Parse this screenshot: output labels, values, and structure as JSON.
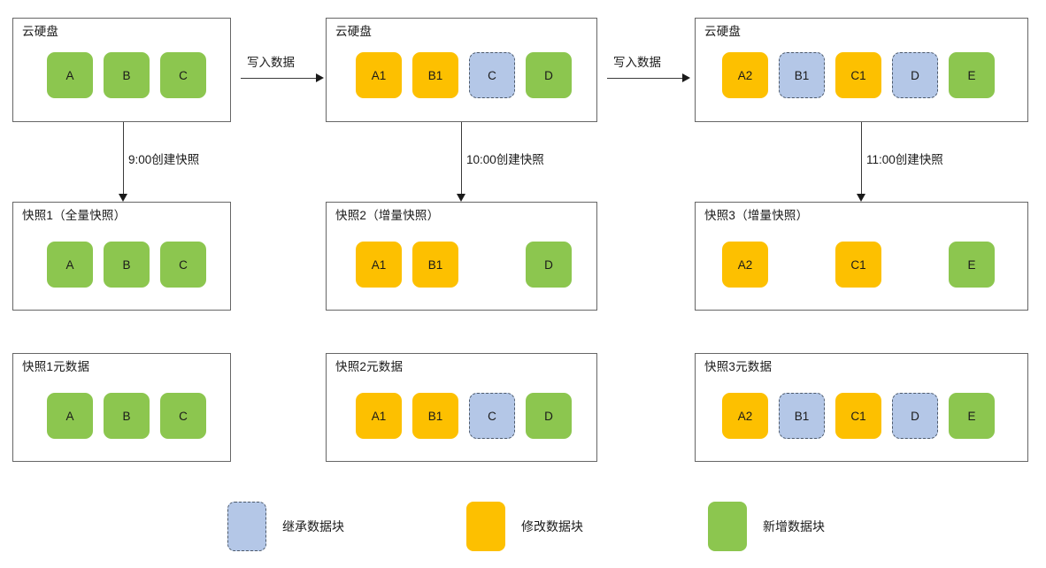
{
  "meta": {
    "diagram_type": "flow-diagram",
    "colors": {
      "inherited": "#B4C7E7",
      "modified": "#FDC000",
      "added": "#8CC64F",
      "border": "#666666",
      "connector": "#3b3b3b",
      "dashed_border": "#4d5a6b"
    }
  },
  "disks": [
    {
      "title": "云硬盘",
      "blocks": [
        {
          "label": "A",
          "kind": "added"
        },
        {
          "label": "B",
          "kind": "added"
        },
        {
          "label": "C",
          "kind": "added"
        }
      ]
    },
    {
      "title": "云硬盘",
      "blocks": [
        {
          "label": "A1",
          "kind": "modified"
        },
        {
          "label": "B1",
          "kind": "modified"
        },
        {
          "label": "C",
          "kind": "inherited"
        },
        {
          "label": "D",
          "kind": "added"
        }
      ]
    },
    {
      "title": "云硬盘",
      "blocks": [
        {
          "label": "A2",
          "kind": "modified"
        },
        {
          "label": "B1",
          "kind": "inherited"
        },
        {
          "label": "C1",
          "kind": "modified"
        },
        {
          "label": "D",
          "kind": "inherited"
        },
        {
          "label": "E",
          "kind": "added"
        }
      ]
    }
  ],
  "write_labels": [
    "写入数据",
    "写入数据"
  ],
  "snapshot_labels": [
    "9:00创建快照",
    "10:00创建快照",
    "11:00创建快照"
  ],
  "snapshots": [
    {
      "title": "快照1（全量快照）",
      "blocks": [
        {
          "label": "A",
          "kind": "added"
        },
        {
          "label": "B",
          "kind": "added"
        },
        {
          "label": "C",
          "kind": "added"
        }
      ]
    },
    {
      "title": "快照2（增量快照）",
      "blocks": [
        {
          "label": "A1",
          "kind": "modified"
        },
        {
          "label": "B1",
          "kind": "modified"
        },
        {
          "label": "",
          "kind": "empty"
        },
        {
          "label": "D",
          "kind": "added"
        }
      ]
    },
    {
      "title": "快照3（增量快照）",
      "blocks": [
        {
          "label": "A2",
          "kind": "modified"
        },
        {
          "label": "",
          "kind": "empty"
        },
        {
          "label": "C1",
          "kind": "modified"
        },
        {
          "label": "",
          "kind": "empty"
        },
        {
          "label": "E",
          "kind": "added"
        }
      ]
    }
  ],
  "metadata": [
    {
      "title": "快照1元数据",
      "blocks": [
        {
          "label": "A",
          "kind": "added"
        },
        {
          "label": "B",
          "kind": "added"
        },
        {
          "label": "C",
          "kind": "added"
        }
      ]
    },
    {
      "title": "快照2元数据",
      "blocks": [
        {
          "label": "A1",
          "kind": "modified"
        },
        {
          "label": "B1",
          "kind": "modified"
        },
        {
          "label": "C",
          "kind": "inherited"
        },
        {
          "label": "D",
          "kind": "added"
        }
      ]
    },
    {
      "title": "快照3元数据",
      "blocks": [
        {
          "label": "A2",
          "kind": "modified"
        },
        {
          "label": "B1",
          "kind": "inherited"
        },
        {
          "label": "C1",
          "kind": "modified"
        },
        {
          "label": "D",
          "kind": "inherited"
        },
        {
          "label": "E",
          "kind": "added"
        }
      ]
    }
  ],
  "legend": [
    {
      "label": "继承数据块",
      "kind": "inherited"
    },
    {
      "label": "修改数据块",
      "kind": "modified"
    },
    {
      "label": "新增数据块",
      "kind": "added"
    }
  ]
}
